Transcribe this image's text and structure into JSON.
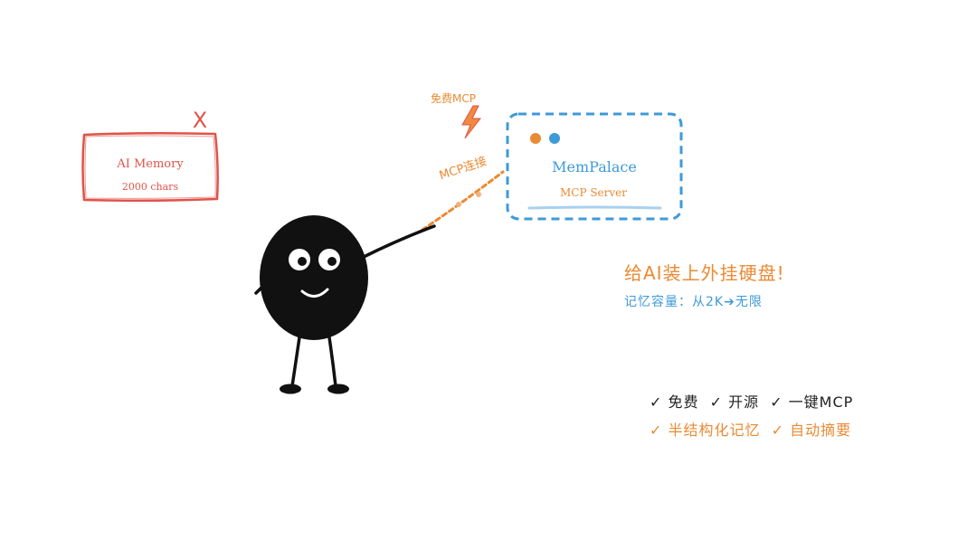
{
  "colors": {
    "accent_orange": "#ea8a33",
    "accent_blue": "#3e9ad8",
    "memory_red": "#e0534a",
    "character": "#111111",
    "text_dark": "#222222"
  },
  "memory_box": {
    "title": "AI Memory",
    "subtitle": "2000 chars",
    "mark": "X"
  },
  "connector": {
    "label_top": "免费MCP",
    "label_link": "MCP连接",
    "icon": "lightning-bolt-icon"
  },
  "server_box": {
    "title": "MemPalace",
    "subtitle": "MCP Server"
  },
  "headline": "给AI装上外挂硬盘!",
  "capacity": "记忆容量：从2K➔无限",
  "features": {
    "row1": [
      "✓ 免费",
      "✓ 开源",
      "✓ 一键MCP"
    ],
    "row2": [
      "✓ 半结构化记忆",
      "✓ 自动摘要"
    ]
  }
}
